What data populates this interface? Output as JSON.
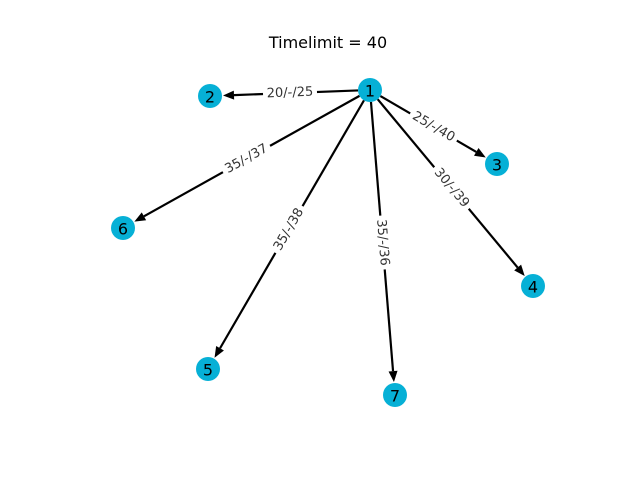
{
  "title": "Timelimit = 40",
  "colors": {
    "node": "#06b0d6",
    "edge": "#000000",
    "edge_label": "#333333"
  },
  "graph": {
    "nodes": [
      {
        "id": "1",
        "label": "1"
      },
      {
        "id": "2",
        "label": "2"
      },
      {
        "id": "3",
        "label": "3"
      },
      {
        "id": "4",
        "label": "4"
      },
      {
        "id": "5",
        "label": "5"
      },
      {
        "id": "6",
        "label": "6"
      },
      {
        "id": "7",
        "label": "7"
      }
    ],
    "edges": [
      {
        "from": "1",
        "to": "2",
        "label": "20/-/25"
      },
      {
        "from": "1",
        "to": "3",
        "label": "25/-/40"
      },
      {
        "from": "1",
        "to": "4",
        "label": "30/-/39"
      },
      {
        "from": "1",
        "to": "5",
        "label": "35/-/38"
      },
      {
        "from": "1",
        "to": "6",
        "label": "35/-/37"
      },
      {
        "from": "1",
        "to": "7",
        "label": "35/-/36"
      }
    ]
  }
}
